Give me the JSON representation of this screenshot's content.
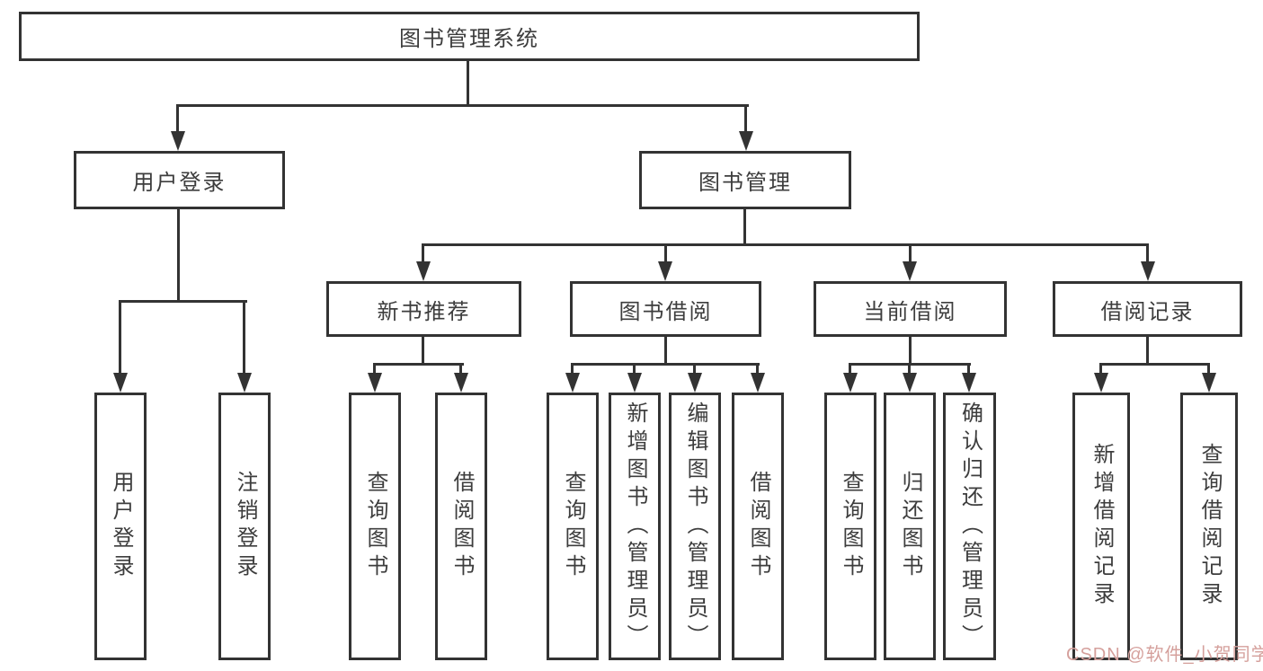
{
  "diagram": {
    "type": "hierarchy-tree",
    "root": {
      "label": "图书管理系统"
    },
    "level2": [
      {
        "label": "用户登录"
      },
      {
        "label": "图书管理"
      }
    ],
    "level3": [
      {
        "label": "新书推荐",
        "parent": "图书管理"
      },
      {
        "label": "图书借阅",
        "parent": "图书管理"
      },
      {
        "label": "当前借阅",
        "parent": "图书管理"
      },
      {
        "label": "借阅记录",
        "parent": "图书管理"
      }
    ],
    "leaves": [
      {
        "label": "用户登录",
        "parent": "用户登录"
      },
      {
        "label": "注销登录",
        "parent": "用户登录"
      },
      {
        "label": "查询图书",
        "parent": "新书推荐"
      },
      {
        "label": "借阅图书",
        "parent": "新书推荐"
      },
      {
        "label": "查询图书",
        "parent": "图书借阅"
      },
      {
        "label": "新增图书（管理员）",
        "parent": "图书借阅"
      },
      {
        "label": "编辑图书（管理员）",
        "parent": "图书借阅"
      },
      {
        "label": "借阅图书",
        "parent": "图书借阅"
      },
      {
        "label": "查询图书",
        "parent": "当前借阅"
      },
      {
        "label": "归还图书",
        "parent": "当前借阅"
      },
      {
        "label": "确认归还（管理员）",
        "parent": "当前借阅"
      },
      {
        "label": "新增借阅记录",
        "parent": "借阅记录"
      },
      {
        "label": "查询借阅记录",
        "parent": "借阅记录"
      }
    ]
  },
  "watermark": {
    "text": "CSDN @软件_小贺同学"
  },
  "colors": {
    "line": "#333333",
    "text": "#3d3d3d",
    "background": "#ffffff",
    "watermark": "#d5a09c"
  }
}
